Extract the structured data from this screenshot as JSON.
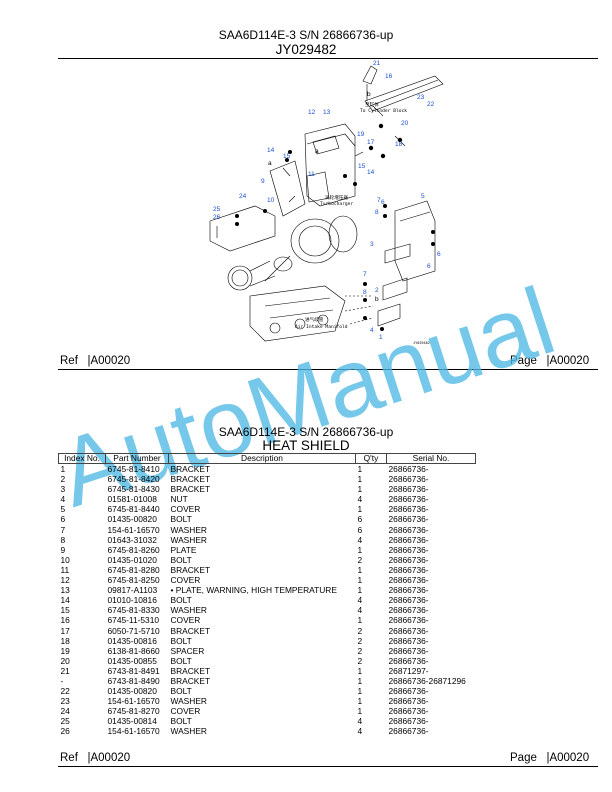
{
  "top": {
    "model": "SAA6D114E-3 S/N 26866736-up",
    "code": "JY029482"
  },
  "diagram": {
    "labels": {
      "to_cylinder_block_jp": "至缸体",
      "to_cylinder_block": "To Cylinder Block",
      "turbocharger_jp": "涡轮增压器",
      "turbocharger": "Turbocharger",
      "air_intake_manifold_jp": "进气歧管",
      "air_intake_manifold": "Air Intake Manifold",
      "code_small": "JY029482"
    },
    "callouts": [
      "21",
      "16",
      "b",
      "22",
      "23",
      "20",
      "12",
      "13",
      "19",
      "17",
      "18",
      "14",
      "15",
      "a",
      "11",
      "9",
      "10",
      "24",
      "25",
      "26",
      "15",
      "14",
      "6",
      "8",
      "7",
      "5",
      "3",
      "2",
      "1",
      "4",
      "6",
      "8",
      "7",
      "6",
      "a",
      "b"
    ]
  },
  "ref_top": {
    "ref_label": "Ref",
    "ref_value": "|A00020",
    "page_label": "Page",
    "page_value": "|A00020"
  },
  "watermark": "AutoManual",
  "section": {
    "model": "SAA6D114E-3 S/N 26866736-up",
    "title": "HEAT SHIELD"
  },
  "table": {
    "headers": [
      "Index No.",
      "Part Number",
      "Description",
      "Q'ty",
      "Serial No."
    ],
    "rows": [
      [
        "1",
        "6745-81-8410",
        "BRACKET",
        "1",
        "26866736-"
      ],
      [
        "2",
        "6745-81-8420",
        "BRACKET",
        "1",
        "26866736-"
      ],
      [
        "3",
        "6745-81-8430",
        "BRACKET",
        "1",
        "26866736-"
      ],
      [
        "4",
        "01581-01008",
        "NUT",
        "4",
        "26866736-"
      ],
      [
        "5",
        "6745-81-8440",
        "COVER",
        "1",
        "26866736-"
      ],
      [
        "6",
        "01435-00820",
        "BOLT",
        "6",
        "26866736-"
      ],
      [
        "7",
        "154-61-16570",
        "WASHER",
        "6",
        "26866736-"
      ],
      [
        "8",
        "01643-31032",
        "WASHER",
        "4",
        "26866736-"
      ],
      [
        "9",
        "6745-81-8260",
        "PLATE",
        "1",
        "26866736-"
      ],
      [
        "10",
        "01435-01020",
        "BOLT",
        "2",
        "26866736-"
      ],
      [
        "11",
        "6745-81-8280",
        "BRACKET",
        "1",
        "26866736-"
      ],
      [
        "12",
        "6745-81-8250",
        "COVER",
        "1",
        "26866736-"
      ],
      [
        "13",
        "09817-A1103",
        "• PLATE, WARNING, HIGH TEMPERATURE",
        "1",
        "26866736-"
      ],
      [
        "14",
        "01010-10816",
        "BOLT",
        "4",
        "26866736-"
      ],
      [
        "15",
        "6745-81-8330",
        "WASHER",
        "4",
        "26866736-"
      ],
      [
        "16",
        "6745-11-5310",
        "COVER",
        "1",
        "26866736-"
      ],
      [
        "17",
        "6050-71-5710",
        "BRACKET",
        "2",
        "26866736-"
      ],
      [
        "18",
        "01435-00816",
        "BOLT",
        "2",
        "26866736-"
      ],
      [
        "19",
        "6138-81-8660",
        "SPACER",
        "2",
        "26866736-"
      ],
      [
        "20",
        "01435-00855",
        "BOLT",
        "2",
        "26866736-"
      ],
      [
        "21",
        "6743-81-8491",
        "BRACKET",
        "1",
        "26871297-"
      ],
      [
        "-",
        "6743-81-8490",
        "BRACKET",
        "1",
        "26866736-26871296"
      ],
      [
        "22",
        "01435-00820",
        "BOLT",
        "1",
        "26866736-"
      ],
      [
        "23",
        "154-61-16570",
        "WASHER",
        "1",
        "26866736-"
      ],
      [
        "24",
        "6745-81-8270",
        "COVER",
        "1",
        "26866736-"
      ],
      [
        "25",
        "01435-00814",
        "BOLT",
        "4",
        "26866736-"
      ],
      [
        "26",
        "154-61-16570",
        "WASHER",
        "4",
        "26866736-"
      ]
    ]
  },
  "ref_bottom": {
    "ref_label": "Ref",
    "ref_value": "|A00020",
    "page_label": "Page",
    "page_value": "|A00020"
  },
  "colors": {
    "watermark": "#4fb8e6",
    "callout": "#1a4fd0",
    "line": "#000000"
  }
}
